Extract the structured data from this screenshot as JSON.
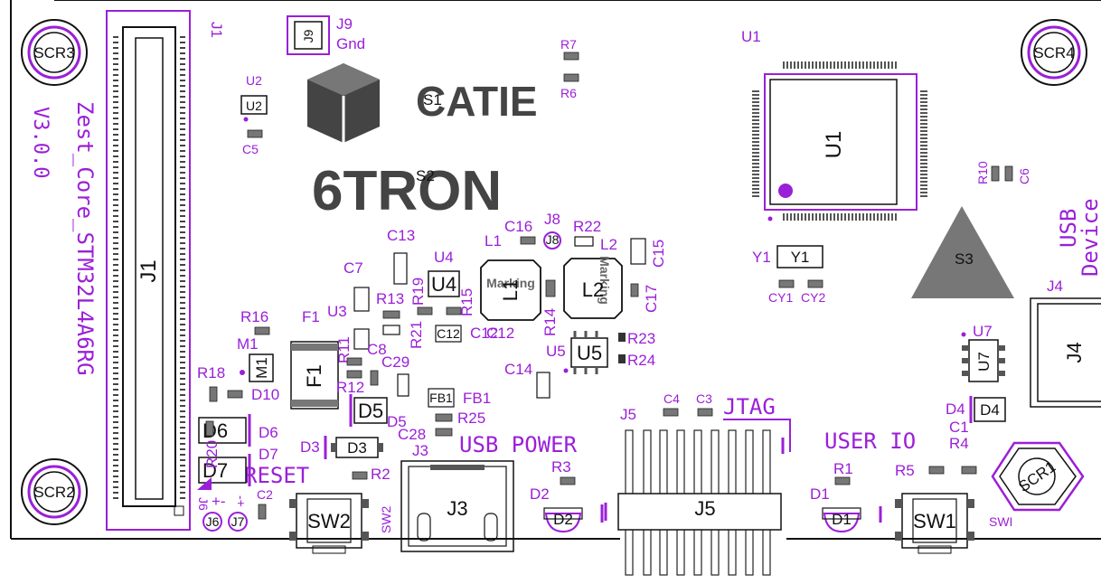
{
  "board": {
    "name_line1": "Zest_Core_STM32L4A6RG",
    "version": "V3.0.0",
    "brand_top": "CATIE",
    "brand_bottom": "6TRON",
    "esd_symbol": "esd-warning-icon",
    "accent_color": "#9b1fd8",
    "outline_color": "#111111"
  },
  "section_labels": {
    "usb_power": "USB POWER",
    "jtag": "JTAG",
    "user_io": "USER IO",
    "reset": "RESET",
    "usb": "USB",
    "device": "Device",
    "gnd": "Gnd",
    "pol": "+-",
    "pol2": "-+"
  },
  "ref_designators": {
    "J1": "J1",
    "J3": "J3",
    "J4": "J4",
    "J5": "J5",
    "J6": "J6",
    "J7": "J7",
    "J8": "J8",
    "J9": "J9",
    "U1": "U1",
    "U2": "U2",
    "U3": "U3",
    "U4": "U4",
    "U5": "U5",
    "U7": "U7",
    "S1": "S1",
    "S2": "S2",
    "S3": "S3",
    "SCR1": "SCR1",
    "SCR2": "SCR2",
    "SCR3": "SCR3",
    "SCR4": "SCR4",
    "SW1": "SW1",
    "SW2": "SW2",
    "SW1_alt": "SWI",
    "L1": "L1",
    "L2": "L2",
    "F1": "F1",
    "M1": "M1",
    "FB1": "FB1",
    "Y1": "Y1",
    "CY1": "CY1",
    "CY2": "CY2",
    "D1": "D1",
    "D2": "D2",
    "D3": "D3",
    "D4": "D4",
    "D5": "D5",
    "D6": "D6",
    "D7": "D7",
    "D10": "D10",
    "C1": "C1",
    "C2": "C2",
    "C3": "C3",
    "C4": "C4",
    "C5": "C5",
    "C6": "C6",
    "C7": "C7",
    "C8": "C8",
    "C12": "C12",
    "C13": "C13",
    "C14": "C14",
    "C15": "C15",
    "C16": "C16",
    "C17": "C17",
    "C28": "C28",
    "C29": "C29",
    "R1": "R1",
    "R2": "R2",
    "R3": "R3",
    "R4": "R4",
    "R5": "R5",
    "R6": "R6",
    "R7": "R7",
    "R10": "R10",
    "R11": "R11",
    "R12": "R12",
    "R13": "R13",
    "R14": "R14",
    "R15": "R15",
    "R16": "R16",
    "R18": "R18",
    "R19": "R19",
    "R20": "R20",
    "R21": "R21",
    "R22": "R22",
    "R23": "R23",
    "R24": "R24",
    "R25": "R25"
  },
  "part_markings": {
    "L1": "Marking",
    "L2": "Marking"
  }
}
